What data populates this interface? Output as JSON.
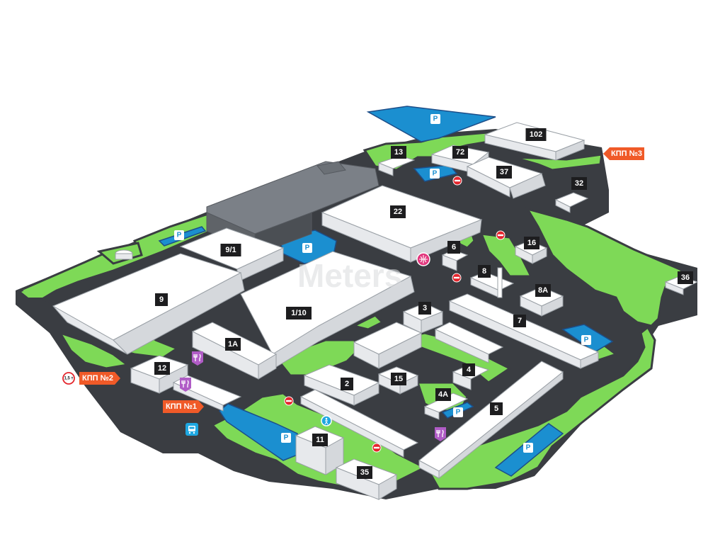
{
  "buildings": [
    "102",
    "13",
    "72",
    "37",
    "32",
    "22",
    "16",
    "6",
    "9/1",
    "8",
    "8A",
    "36",
    "9",
    "1/10",
    "3",
    "7",
    "1A",
    "4",
    "12",
    "2",
    "15",
    "4A",
    "5",
    "11",
    "35"
  ],
  "gates": {
    "gate_1": "КПП №1",
    "gate_2": "КПП №2",
    "gate_3": "КПП №3"
  },
  "parking_label": "P",
  "weight_limit": "1,5 т",
  "watermark": "Meters",
  "icons": {
    "cafe": "fork-knife-icon",
    "bus": "bus-stop-icon",
    "sport": "basketball-icon",
    "walk": "pedestrian-icon",
    "no_entry": "no-entry-icon"
  },
  "colors": {
    "grass": "#7ed957",
    "road": "#3a3d42",
    "parking": "#1b8fd0",
    "gate": "#f05a28",
    "cafe": "#b05cc6",
    "bus": "#1ea7e1",
    "sport": "#e2387e",
    "no_entry": "#e4262d"
  }
}
